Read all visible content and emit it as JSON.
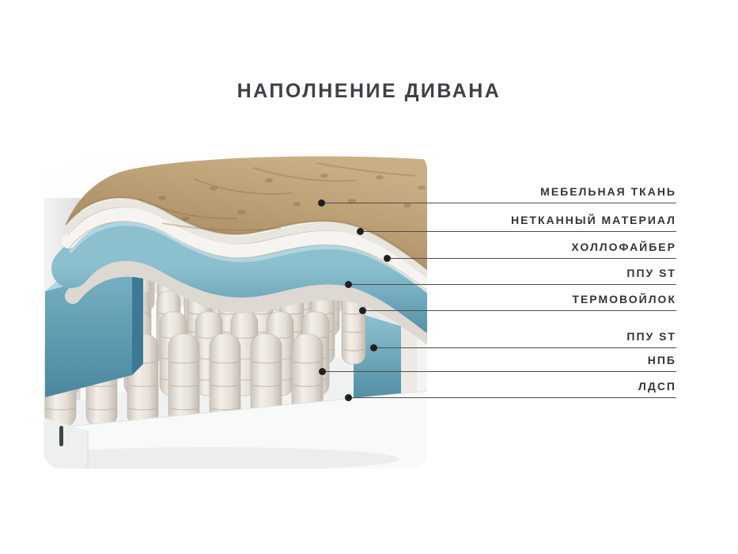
{
  "page": {
    "title": "НАПОЛНЕНИЕ ДИВАНА"
  },
  "diagram": {
    "illustration": "sofa-cutaway-layers",
    "labels": [
      {
        "text": "МЕБЕЛЬНАЯ ТКАНЬ"
      },
      {
        "text": "НЕТКАННЫЙ МАТЕРИАЛ"
      },
      {
        "text": "ХОЛЛОФАЙБЕР"
      },
      {
        "text": "ППУ ST"
      },
      {
        "text": "ТЕРМОВОЙЛОК"
      },
      {
        "text": "ППУ ST"
      },
      {
        "text": "НПБ"
      },
      {
        "text": "ЛДСП"
      }
    ],
    "colors": {
      "foam_teal": "#5f9cb2",
      "fabric_tan": "#b39468",
      "spring_gray": "#e7e2db",
      "leader_line": "#4d4d4d",
      "label_text": "#343434"
    }
  }
}
